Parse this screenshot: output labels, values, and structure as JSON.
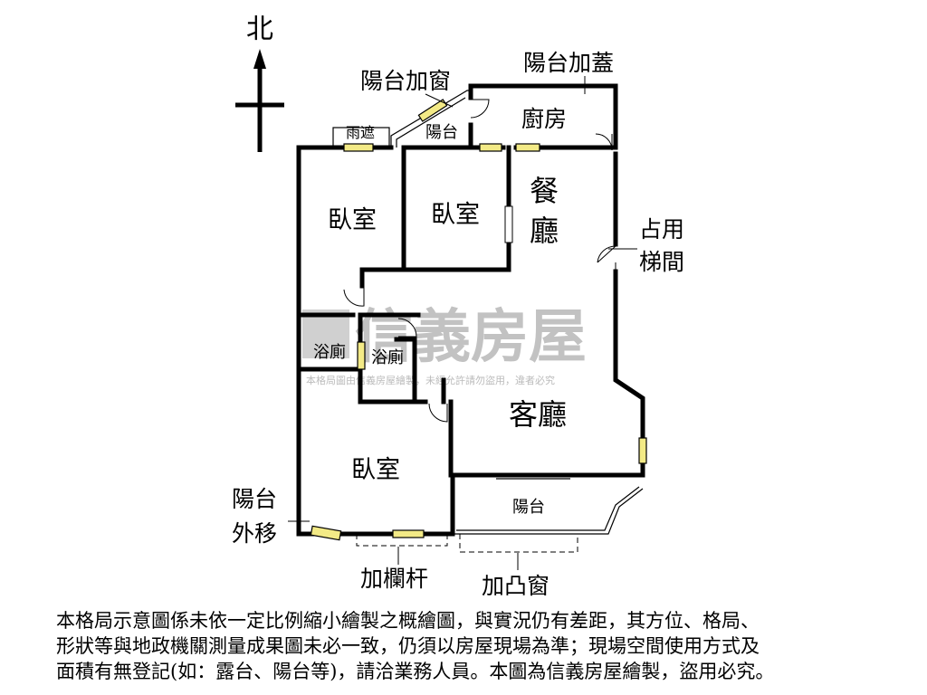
{
  "compass": {
    "north_label": "北"
  },
  "rooms": {
    "bedroom_1": "臥室",
    "bedroom_2": "臥室",
    "bedroom_3": "臥室",
    "dining_line1": "餐",
    "dining_line2": "廳",
    "living": "客廳",
    "kitchen": "廚房",
    "bath_1": "浴廁",
    "bath_2": "浴廁",
    "small_balcony": "陽台",
    "balcony_bottom": "陽台"
  },
  "annotations": {
    "canopy": "雨遮",
    "balcony_window": "陽台加窗",
    "balcony_roof": "陽台加蓋",
    "stair_line1": "占用",
    "stair_line2": "梯間",
    "balcony_move_line1": "陽台",
    "balcony_move_line2": "外移",
    "railing": "加欄杆",
    "bay_window": "加凸窗"
  },
  "watermark": {
    "brand": "信義房屋",
    "note": "本格局圖由信義房屋繪製，未經允許請勿盜用，違者必究"
  },
  "disclaimer": {
    "line1": "本格局示意圖係未依一定比例縮小繪製之概繪圖，與實況仍有差距，其方位、格局、",
    "line2": "形狀等與地政機關測量成果圖未必一致，仍須以房屋現場為準；現場空間使用方式及",
    "line3": "面積有無登記(如：露台、陽台等)，請洽業務人員。本圖為信義房屋繪製，盜用必究。"
  },
  "colors": {
    "wall": "#000000",
    "window": "#f3ea86",
    "watermark": "#b8b8b8"
  }
}
